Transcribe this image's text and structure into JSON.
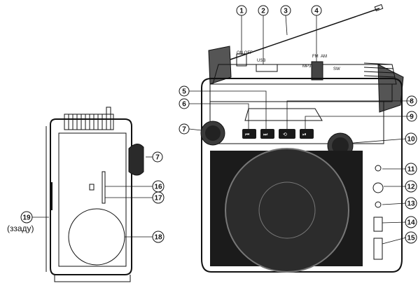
{
  "callouts": [
    "1",
    "2",
    "3",
    "4",
    "5",
    "6",
    "7",
    "8",
    "9",
    "10",
    "11",
    "12",
    "13",
    "14",
    "15",
    "16",
    "17",
    "18",
    "19"
  ],
  "side_callouts": [
    "7",
    "16",
    "17",
    "18",
    "19"
  ],
  "side_caption": "(ззаду)",
  "labels": {
    "on_off": "ON OFF",
    "usb": "USB",
    "fm": "FM",
    "am": "AM",
    "mp3": "MP3",
    "sw": "SW"
  },
  "colors": {
    "line": "#111111",
    "body_dark": "#2a2a2a",
    "body_mid": "#6b6b6b",
    "grille": "#1b1b1b",
    "knob": "#3a3a3a"
  }
}
